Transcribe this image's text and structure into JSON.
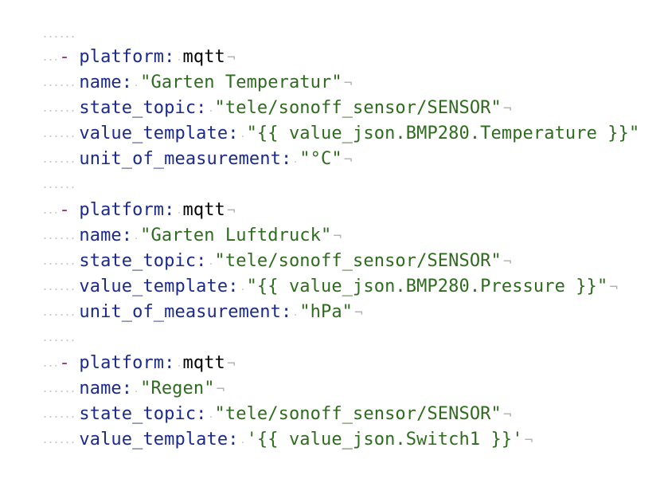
{
  "editor": {
    "eol_marker": "¬",
    "dash": "-",
    "blocks": [
      {
        "platform_key": "platform:",
        "platform_value": "mqtt",
        "name_key": "name:",
        "name_value": "\"Garten Temperatur\"",
        "state_topic_key": "state_topic:",
        "state_topic_value": "\"tele/sonoff_sensor/SENSOR\"",
        "value_template_key": "value_template:",
        "value_template_value": "\"{{ value_json.BMP280.Temperature }}\"",
        "unit_key": "unit_of_measurement:",
        "unit_value": "\"°C\""
      },
      {
        "platform_key": "platform:",
        "platform_value": "mqtt",
        "name_key": "name:",
        "name_value": "\"Garten Luftdruck\"",
        "state_topic_key": "state_topic:",
        "state_topic_value": "\"tele/sonoff_sensor/SENSOR\"",
        "value_template_key": "value_template:",
        "value_template_value": "\"{{ value_json.BMP280.Pressure }}\"",
        "unit_key": "unit_of_measurement:",
        "unit_value": "\"hPa\""
      },
      {
        "platform_key": "platform:",
        "platform_value": "mqtt",
        "name_key": "name:",
        "name_value": "\"Regen\"",
        "state_topic_key": "state_topic:",
        "state_topic_value": "\"tele/sonoff_sensor/SENSOR\"",
        "value_template_key": "value_template:",
        "value_template_value": "'{{ value_json.Switch1 }}'"
      }
    ]
  }
}
